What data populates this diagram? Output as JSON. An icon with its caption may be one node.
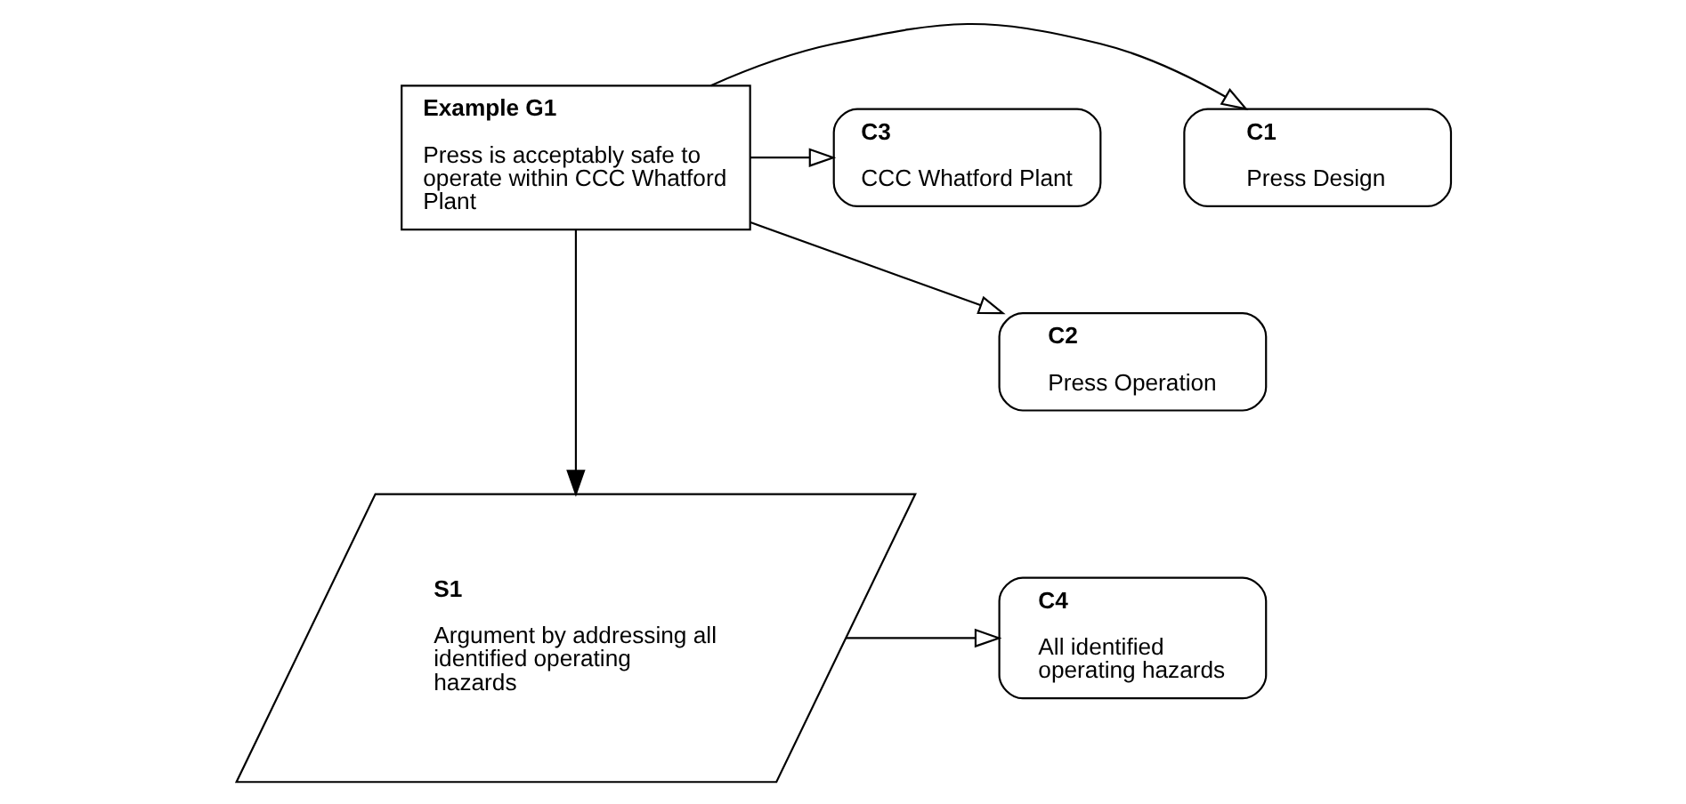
{
  "diagram": {
    "nodes": [
      {
        "text": [
          "Example G1",
          "Press is acceptably safe to operate within CCC Whatford Plant"
        ]
      },
      {
        "text": [
          "C1",
          "Press Design"
        ]
      },
      {
        "text": [
          "C2",
          "Press Operation"
        ]
      },
      {
        "text": [
          "C3",
          "CCC Whatford Plant"
        ]
      },
      {
        "text": [
          "S1",
          "Argument by addressing all identified operating hazards"
        ]
      },
      {
        "text": [
          "C4",
          "All identified operating hazards"
        ]
      }
    ],
    "edges": [
      {
        "from": 0,
        "to": 1,
        "arrow": "to"
      },
      {
        "from": 0,
        "to": 2,
        "arrow": "to"
      },
      {
        "from": 0,
        "to": 3,
        "arrow": "to"
      },
      {
        "from": 0,
        "to": 4,
        "arrow": "to"
      },
      {
        "from": 4,
        "to": 5,
        "arrow": "to"
      }
    ]
  }
}
